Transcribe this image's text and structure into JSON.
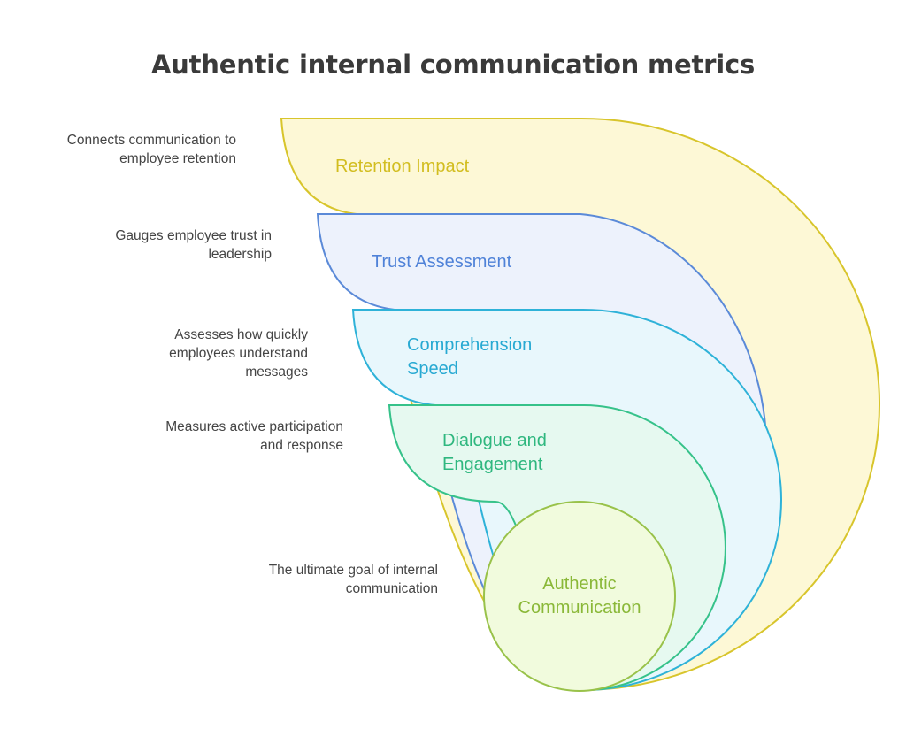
{
  "title": "Authentic internal communication metrics",
  "layers": [
    {
      "id": "retention",
      "label": "Retention Impact",
      "description": [
        "Connects communication to",
        "employee retention"
      ],
      "stroke": "#d8c52c",
      "fill": "#fdf8d6",
      "text_color": "#d2bd1f"
    },
    {
      "id": "trust",
      "label": "Trust Assessment",
      "description": [
        "Gauges employee trust in",
        "leadership"
      ],
      "stroke": "#5b8ad8",
      "fill": "#edf2fc",
      "text_color": "#4f82d8"
    },
    {
      "id": "comprehension",
      "label": [
        "Comprehension",
        "Speed"
      ],
      "description": [
        "Assesses how quickly",
        "employees understand",
        "messages"
      ],
      "stroke": "#2eb2d8",
      "fill": "#e8f7fc",
      "text_color": "#27a9d2"
    },
    {
      "id": "dialogue",
      "label": [
        "Dialogue and",
        "Engagement"
      ],
      "description": [
        "Measures active participation",
        "and response"
      ],
      "stroke": "#36c28a",
      "fill": "#e6f9f0",
      "text_color": "#2fb77f"
    }
  ],
  "core": {
    "label": [
      "Authentic",
      "Communication"
    ],
    "description": [
      "The ultimate goal of internal",
      "communication"
    ],
    "stroke": "#99c24a",
    "fill": "#f1fbdd",
    "text_color": "#8ab838"
  }
}
